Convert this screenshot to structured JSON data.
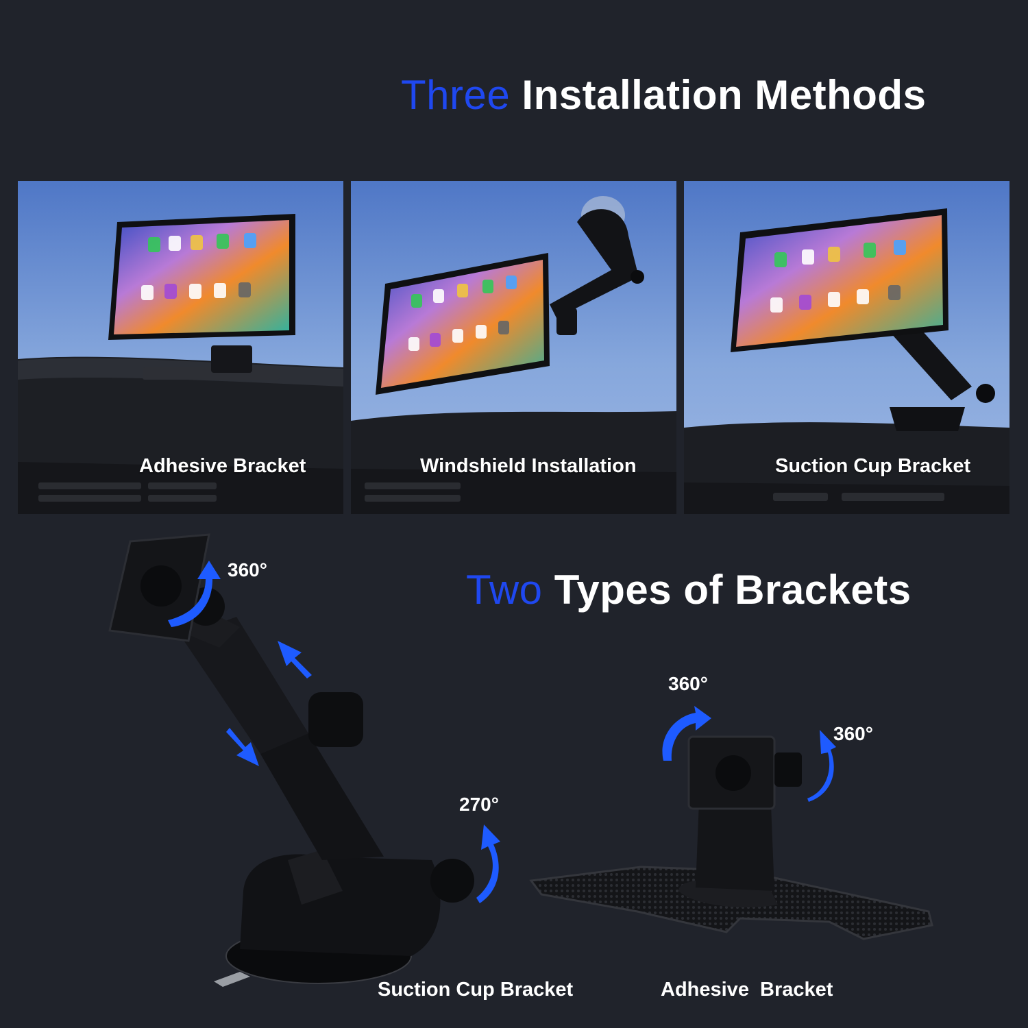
{
  "headings": {
    "install": {
      "accent": "Three",
      "rest": " Installation Methods"
    },
    "types": {
      "accent": "Two",
      "rest": " Types of Brackets"
    }
  },
  "panels": [
    {
      "label": "Adhesive Bracket"
    },
    {
      "label": "Windshield Installation"
    },
    {
      "label": "Suction Cup Bracket"
    }
  ],
  "rotations": {
    "suction_head": "360°",
    "suction_knob": "270°",
    "adhesive_top": "360°",
    "adhesive_side": "360°"
  },
  "bracket_labels": {
    "suction": "Suction Cup Bracket",
    "adhesive": "Adhesive  Bracket"
  },
  "colors": {
    "background": "#20232b",
    "accent_blue": "#1f48f0",
    "arrow_blue": "#1e5bff",
    "bracket_black": "#111215"
  },
  "icons": [
    "rotation-arrow-icon",
    "extend-arrow-icon",
    "car-display-icon",
    "app-icon"
  ]
}
